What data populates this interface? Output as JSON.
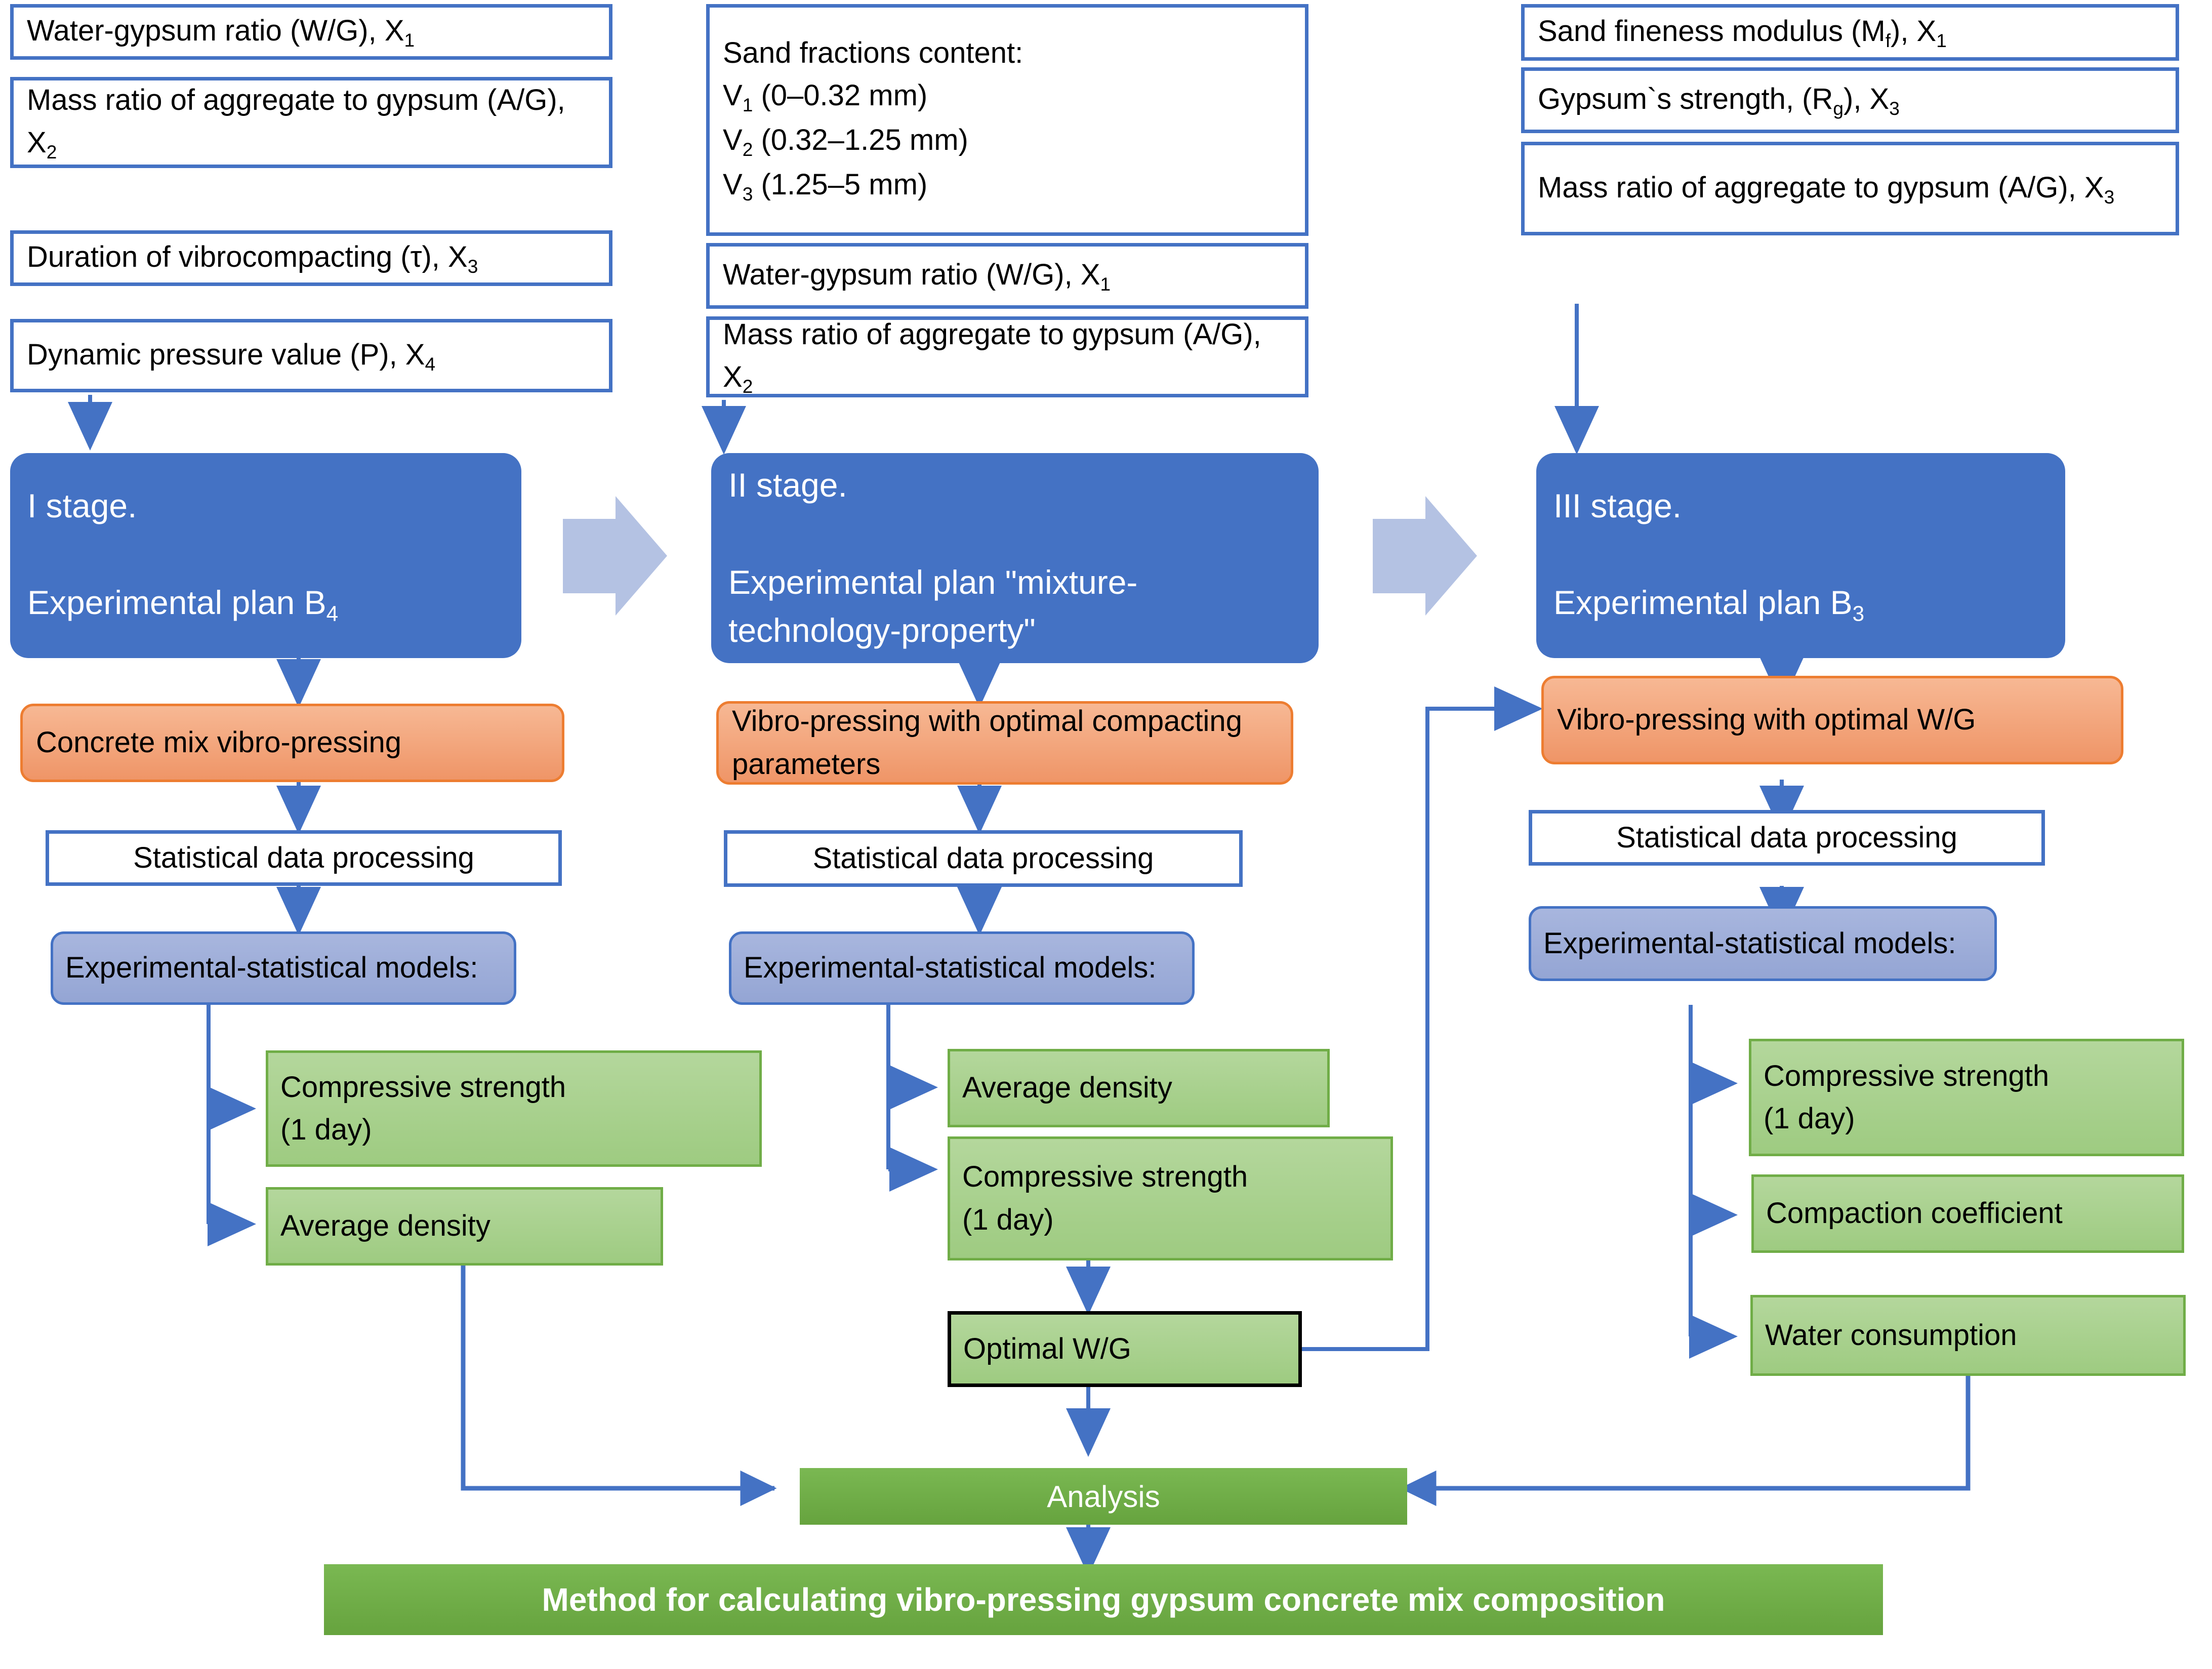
{
  "diagram": {
    "title": "Three-stage experimental design flowchart for vibro-pressing gypsum concrete",
    "colors": {
      "stage_blue": "#4472c4",
      "orange": "#ed7d31",
      "model_light_blue": "#9dadd9",
      "green_light": "#a9d18e",
      "green_dark": "#70ad47",
      "chevron": "#b4c2e3",
      "connector": "#4472c4"
    }
  },
  "stage1": {
    "inputs": [
      {
        "text": "Water-gypsum ratio (W/G), X",
        "sub": "1"
      },
      {
        "text": "Mass ratio of aggregate to gypsum (A/G), X",
        "sub": "2"
      },
      {
        "text": "Duration of vibrocompacting (τ), X",
        "sub": "3"
      },
      {
        "text": "Dynamic pressure value  (P),  X",
        "sub": "4"
      }
    ],
    "stage_line1": "I stage.",
    "stage_line2": "Experimental plan B",
    "stage_sub": "4",
    "process": "Concrete mix vibro-pressing",
    "statistical": "Statistical data processing",
    "models": "Experimental-statistical models:",
    "outputs": [
      "Compressive strength (1 day)",
      "Average density"
    ]
  },
  "stage2": {
    "inputs": [
      {
        "text": "Sand fractions content:\nV₁ (0–0.32 mm)\nV₂ (0.32–1.25 mm)\nV₃ (1.25–5 mm)"
      },
      {
        "text": "Water-gypsum ratio (W/G), X",
        "sub": "1"
      },
      {
        "text": "Mass ratio of aggregate to gypsum (A/G), X",
        "sub": "2"
      }
    ],
    "stage_line1": "II stage.",
    "stage_line2": "Experimental plan \"mixture-technology-property\"",
    "process": "Vibro-pressing with optimal compacting parameters",
    "statistical": "Statistical data processing",
    "models": "Experimental-statistical models:",
    "outputs": [
      "Average density",
      "Compressive strength (1 day)"
    ],
    "optimal": "Optimal W/G"
  },
  "stage3": {
    "inputs": [
      {
        "text": "Sand fineness modulus (Mƒ), X",
        "sub": "1"
      },
      {
        "text": "Gypsum`s strength, (Rᵧ),  X",
        "sub": "3"
      },
      {
        "text": "Mass ratio of aggregate to gypsum (A/G), X",
        "sub": "3"
      }
    ],
    "stage_line1": "III stage.",
    "stage_line2": "Experimental plan B",
    "stage_sub": "3",
    "process": "Vibro-pressing with optimal W/G",
    "statistical": "Statistical data processing",
    "models": "Experimental-statistical models:",
    "outputs": [
      "Compressive strength (1 day)",
      "Compaction coefficient",
      "Water consumption"
    ]
  },
  "footer": {
    "analysis": "Analysis",
    "method": "Method for calculating vibro-pressing gypsum concrete mix composition"
  }
}
